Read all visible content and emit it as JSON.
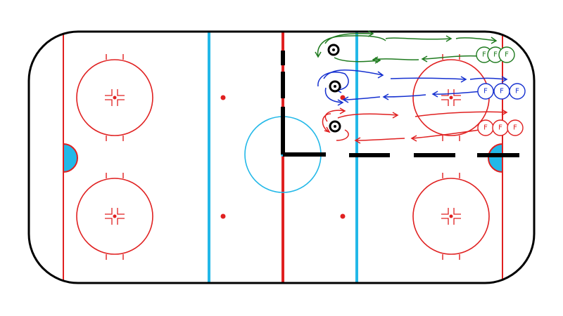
{
  "diagram": {
    "type": "hockey-rink-drill",
    "colors": {
      "boards": "#000000",
      "red_line": "#e02020",
      "blue_line": "#22b8e8",
      "crease": "#22b8e8",
      "drill_black": "#000000",
      "group_green": "#1e7a1e",
      "group_blue": "#1530d0",
      "group_red": "#e02020"
    },
    "groups": [
      {
        "name": "green",
        "color": "#1e7a1e",
        "player_labels": [
          "F",
          "F",
          "F"
        ]
      },
      {
        "name": "blue",
        "color": "#1530d0",
        "player_labels": [
          "F",
          "F",
          "F"
        ]
      },
      {
        "name": "red",
        "color": "#e02020",
        "player_labels": [
          "F",
          "F",
          "F"
        ]
      }
    ],
    "icons": [
      "puck-icon",
      "faceoff-dot-icon"
    ]
  }
}
